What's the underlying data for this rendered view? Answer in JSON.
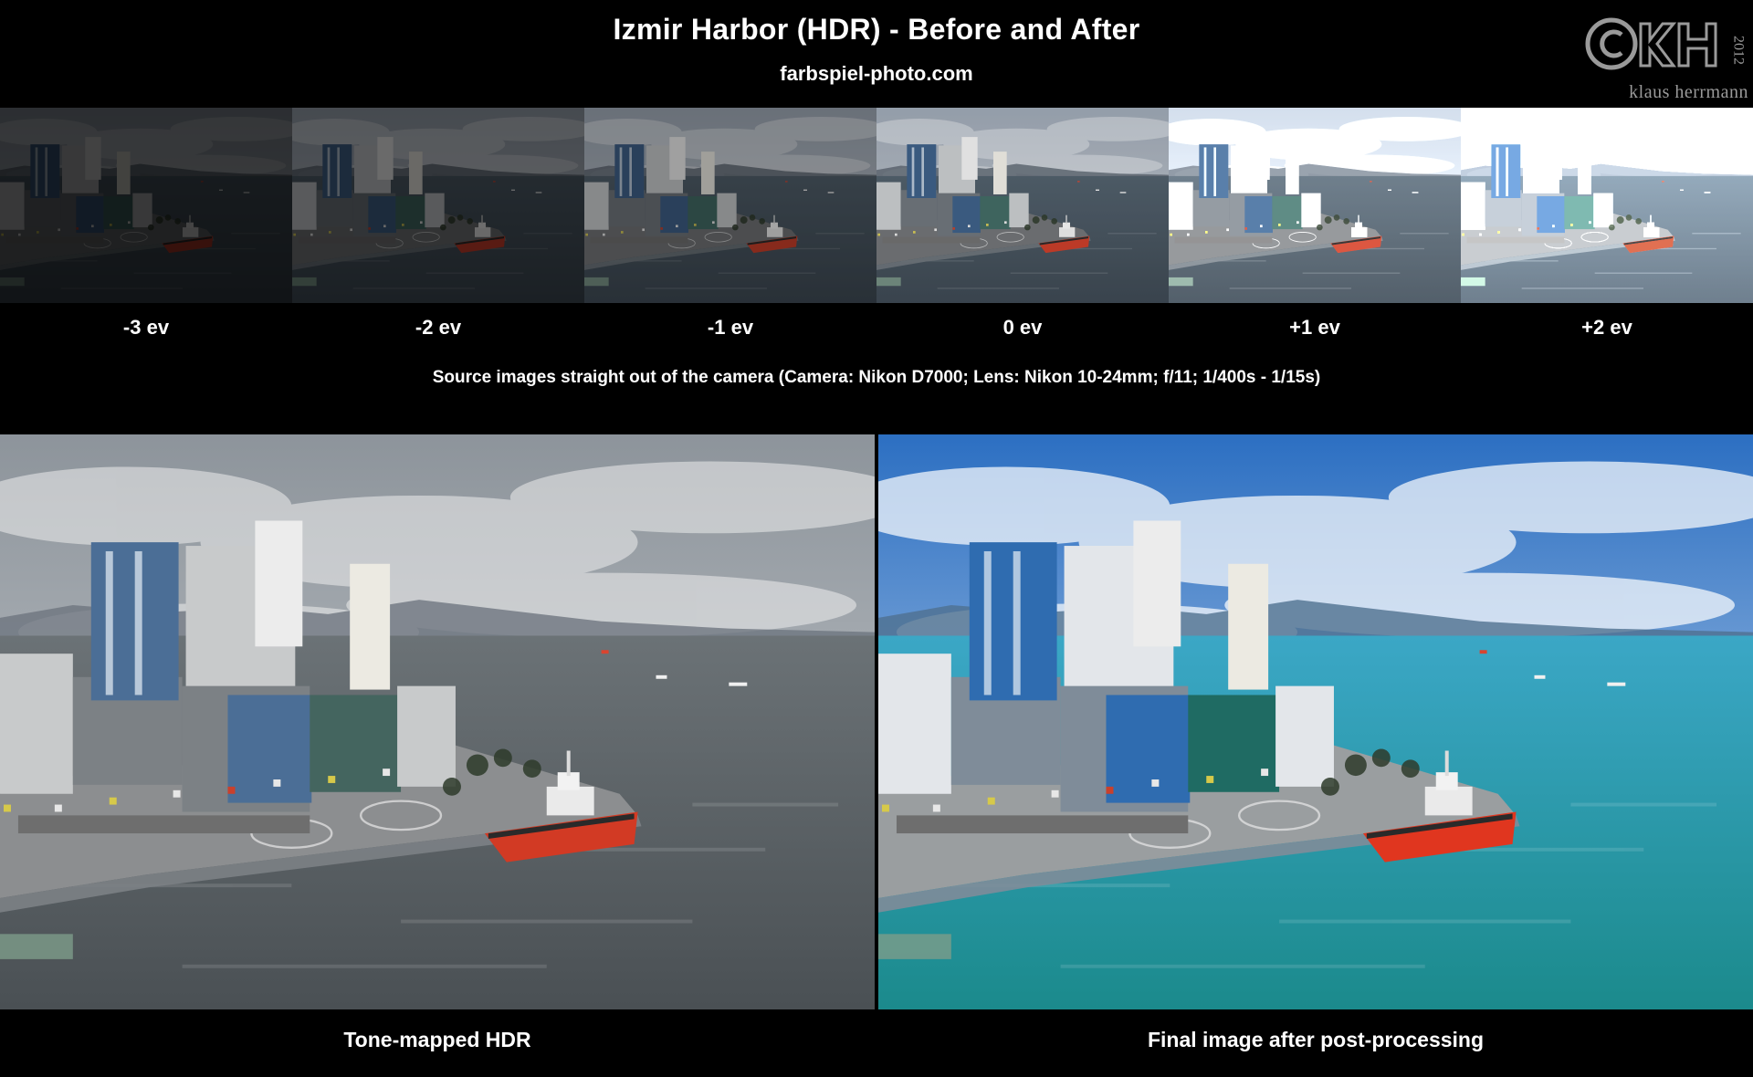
{
  "header": {
    "title": "Izmir Harbor (HDR) - Before and After",
    "subtitle": "farbspiel-photo.com"
  },
  "watermark": {
    "copyright_mark": "©KH",
    "name": "klaus herrmann",
    "year": "2012"
  },
  "exposures": [
    {
      "label": "-3 ev",
      "brightness": 0.28
    },
    {
      "label": "-2 ev",
      "brightness": 0.45
    },
    {
      "label": "-1 ev",
      "brightness": 0.68
    },
    {
      "label": "0 ev",
      "brightness": 0.95
    },
    {
      "label": "+1 ev",
      "brightness": 1.35
    },
    {
      "label": "+2 ev",
      "brightness": 1.8
    }
  ],
  "source_note": "Source images straight out of the camera (Camera: Nikon D7000; Lens: Nikon 10-24mm; f/11; 1/400s - 1/15s)",
  "results": [
    {
      "caption": "Tone-mapped HDR",
      "style": "muted"
    },
    {
      "caption": "Final image after post-processing",
      "style": "vivid"
    }
  ],
  "colors": {
    "background": "#000000",
    "text": "#ffffff",
    "watermark": "#9a9a9a",
    "tugboat_hull": "#d23a24",
    "vivid_sea": "#1f8fb0",
    "vivid_sky": "#2c6fc2",
    "muted_sea": "#5d6468",
    "muted_sky": "#a9afb5"
  }
}
